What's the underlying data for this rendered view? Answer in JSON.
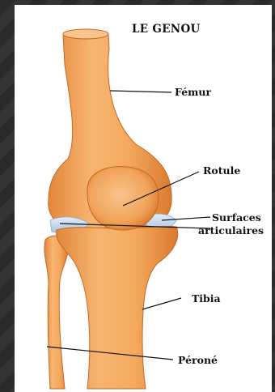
{
  "figure": {
    "title": "LE GENOU",
    "labels": {
      "femur": "Fémur",
      "rotule": "Rotule",
      "surfaces_line1": "Surfaces",
      "surfaces_line2": "articulaires",
      "tibia": "Tibia",
      "perone": "Péroné"
    }
  },
  "colors": {
    "bone_light": "#f7b873",
    "bone_mid": "#ef9a4a",
    "bone_dark": "#d9772c",
    "cartilage": "#c7d8f0",
    "background_dark": "#2b2b2b",
    "panel": "#ffffff"
  }
}
